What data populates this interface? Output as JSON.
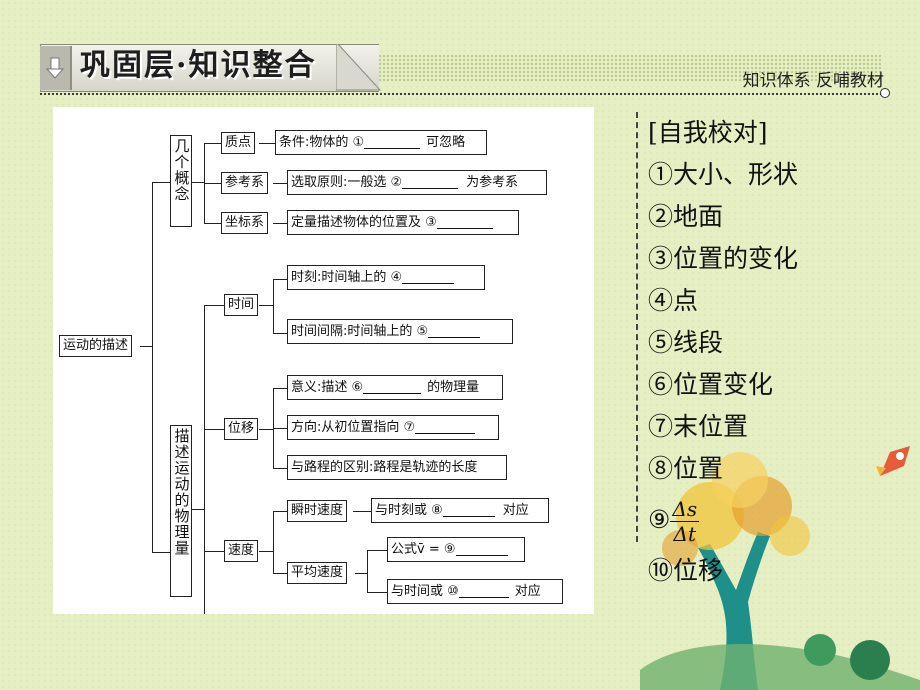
{
  "header": {
    "title": "巩固层·知识整合",
    "subtitle": "知识体系  反哺教材"
  },
  "chart": {
    "root": "运动的描述",
    "group1": "几个概念",
    "group2": "描述运动的物理量",
    "concepts": [
      {
        "name": "质点",
        "detail_prefix": "条件:物体的 ①",
        "detail_suffix": "可忽略"
      },
      {
        "name": "参考系",
        "detail_prefix": "选取原则:一般选 ②",
        "detail_suffix": "为参考系"
      },
      {
        "name": "坐标系",
        "detail_prefix": "定量描述物体的位置及 ③",
        "detail_suffix": ""
      }
    ],
    "time": {
      "name": "时间",
      "items": [
        {
          "prefix": "时刻:时间轴上的 ④",
          "suffix": ""
        },
        {
          "prefix": "时间间隔:时间轴上的 ⑤",
          "suffix": ""
        }
      ]
    },
    "displacement": {
      "name": "位移",
      "items": [
        {
          "prefix": "意义:描述 ⑥",
          "suffix": "的物理量"
        },
        {
          "prefix": "方向:从初位置指向 ⑦",
          "suffix": ""
        },
        {
          "prefix": "与路程的区别:路程是轨迹的长度",
          "suffix": ""
        }
      ]
    },
    "velocity": {
      "name": "速度",
      "instant": {
        "name": "瞬时速度",
        "prefix": "与时刻或 ⑧",
        "suffix": "对应"
      },
      "average": {
        "name": "平均速度",
        "formula_prefix": "公式v̄ = ⑨",
        "time_prefix": "与时间或 ⑩",
        "time_suffix": "对应"
      }
    }
  },
  "answers": {
    "heading": "[自我校对]",
    "items": [
      "①大小、形状",
      "②地面",
      "③位置的变化",
      "④点",
      "⑤线段",
      "⑥位置变化",
      "⑦末位置",
      "⑧位置"
    ],
    "item9_num": "⑨",
    "item9_numer": "Δs",
    "item9_denom": "Δt",
    "item10": "⑩位移"
  }
}
